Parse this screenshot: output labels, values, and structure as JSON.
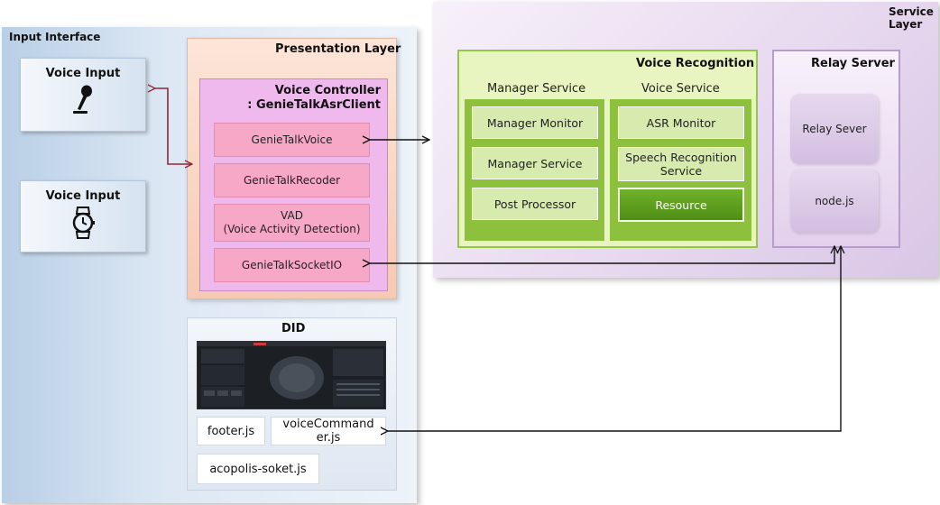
{
  "service_layer": {
    "title": "Service Layer"
  },
  "input_interface": {
    "title": "Input Interface",
    "voice_inputs": [
      {
        "label": "Voice Input",
        "icon": "microphone-icon"
      },
      {
        "label": "Voice Input",
        "icon": "smartwatch-icon"
      }
    ]
  },
  "presentation_layer": {
    "title": "Presentation Layer",
    "voice_controller": {
      "title_line1": "Voice Controller",
      "title_line2": ": GenieTalkAsrClient",
      "items": [
        {
          "label": "GenieTalkVoice"
        },
        {
          "label": "GenieTalkRecoder"
        },
        {
          "label_line1": "VAD",
          "label_line2": "(Voice Activity Detection)"
        },
        {
          "label": "GenieTalkSocketIO"
        }
      ]
    }
  },
  "did": {
    "title": "DID",
    "files": [
      "footer.js",
      "voiceCommand\ner.js",
      "acopolis-soket.js"
    ]
  },
  "voice_recognition": {
    "title": "Voice Recognition",
    "manager_service": {
      "title": "Manager Service",
      "items": [
        "Manager Monitor",
        "Manager Service",
        "Post Processor"
      ]
    },
    "voice_service": {
      "title": "Voice Service",
      "items": [
        "ASR Monitor",
        "Speech Recognition\nService",
        "Resource"
      ]
    }
  },
  "relay_server": {
    "title": "Relay Server",
    "items": [
      "Relay Sever",
      "node.js"
    ]
  },
  "colors": {
    "voice_controller": "#f0b9ee",
    "component": "#f7a8c6",
    "voice_recognition_border": "#94c742",
    "relay_border": "#b79ccd",
    "arrow_dark": "#111111",
    "arrow_maroon": "#8b2a3a"
  }
}
